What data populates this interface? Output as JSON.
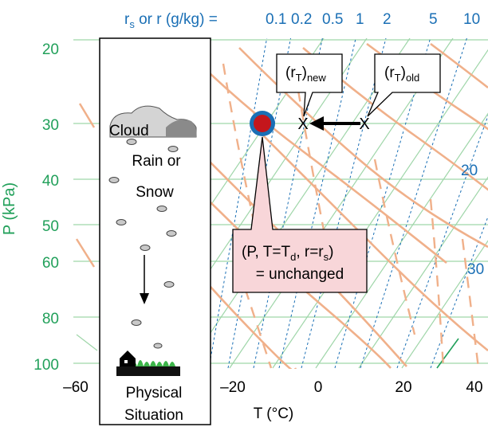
{
  "colors": {
    "pressure_axis": "#21a05a",
    "mixing_ratio": "#1a6fb5",
    "isotherm": "#9fd6a9",
    "dry_adiabat": "#f0b08a",
    "moist_adiabat": "#f0b08a",
    "callout_fill": "#f8d6d9",
    "point_fill": "#c4161c",
    "point_ring": "#1a6fb5"
  },
  "top_label": {
    "rs": "r",
    "rs_sub": "s",
    "rest": " or  r (g/kg) =",
    "values": [
      "0.1",
      "0.2",
      "0.5",
      "1",
      "2",
      "5",
      "10"
    ]
  },
  "y_axis": {
    "label": "P (kPa)",
    "ticks": [
      "20",
      "30",
      "40",
      "50",
      "60",
      "80",
      "100"
    ]
  },
  "x_axis": {
    "label": "T (°C)",
    "ticks": [
      "–60",
      "–20",
      "0",
      "20",
      "40"
    ]
  },
  "mixing_ratio_labels": [
    "20",
    "30"
  ],
  "physical_panel": {
    "cloud_label": "Cloud",
    "rain_line1": "Rain or",
    "rain_line2": "Snow",
    "caption_line1": "Physical",
    "caption_line2": "Situation",
    "icons": [
      "cloud-icon",
      "raindrop-icon",
      "house-icon",
      "grass-icon",
      "arrow-down-icon"
    ]
  },
  "markers": {
    "x_symbol": "X",
    "new_label": "(r",
    "new_sub1": "T",
    "new_close": ")",
    "new_sub2": "new",
    "old_label": "(r",
    "old_sub1": "T",
    "old_close": ")",
    "old_sub2": "old"
  },
  "callout": {
    "line1_a": "(P, T=T",
    "line1_sub1": "d",
    "line1_b": ", r=r",
    "line1_sub2": "s",
    "line1_c": ")",
    "line2": "= unchanged"
  }
}
